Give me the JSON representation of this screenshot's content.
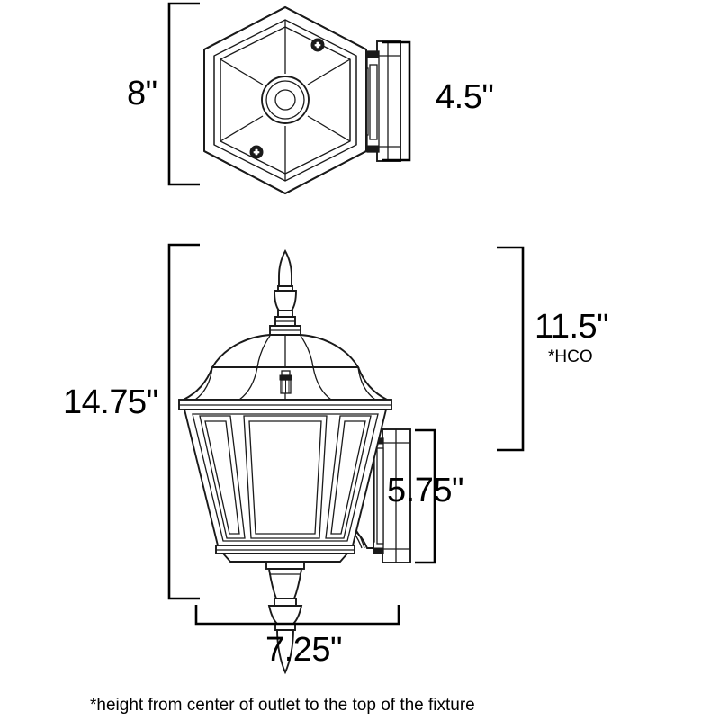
{
  "drawing": {
    "title": "outdoor wall lantern dimension drawing",
    "line_color": "#1a1a1a",
    "fill_color": "#ffffff",
    "background": "#ffffff"
  },
  "views": {
    "top": {
      "name": "top-down view of square lantern with wall mount plate"
    },
    "side": {
      "name": "side elevation of lantern with wall bracket"
    }
  },
  "dimensions": {
    "height_top_view": "8\"",
    "depth_top_view": "4.5\"",
    "overall_height": "14.75\"",
    "mount_height": "11.5\"",
    "mount_height_note": "*HCO",
    "backplate_height": "5.75\"",
    "width": "7.25\""
  },
  "footnote": {
    "text": "*height from center of outlet to the top of the fixture"
  }
}
